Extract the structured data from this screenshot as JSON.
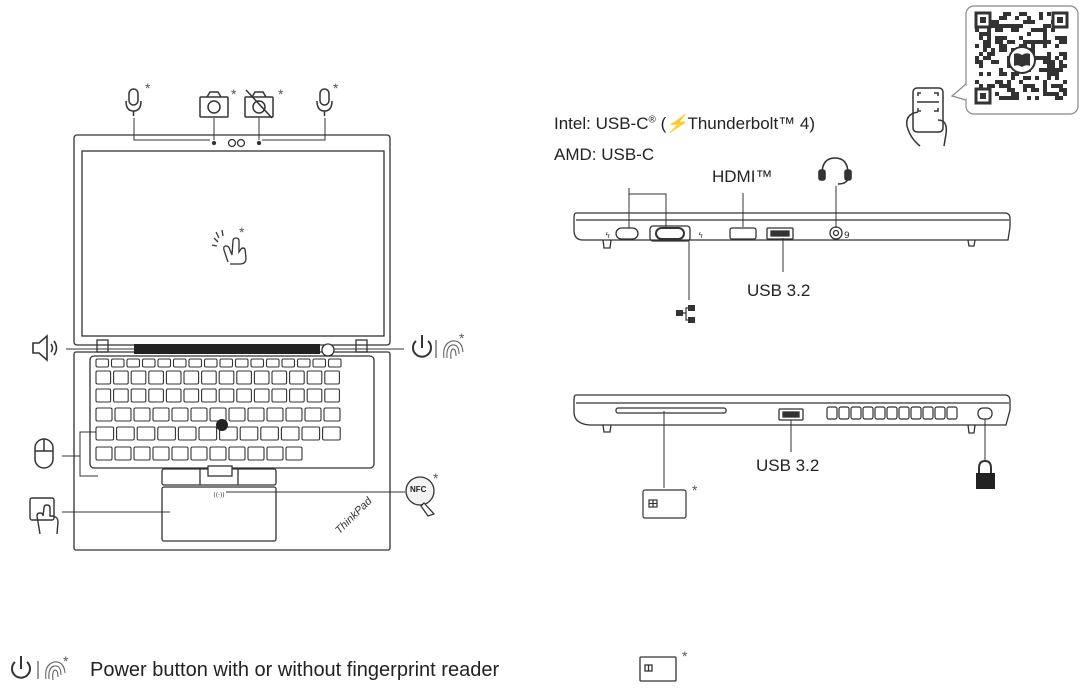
{
  "labels": {
    "intel_prefix": "Intel: USB-C",
    "registered_mark": "®",
    "thunderbolt_open": "(",
    "thunderbolt_text": "Thunderbolt™ 4)",
    "amd_label": "AMD: USB-C",
    "hdmi": "HDMI™",
    "usb32_top": "USB 3.2",
    "usb32_bottom": "USB 3.2",
    "brand": "ThinkPad",
    "nfc": "NFC",
    "optional_mark": "*",
    "legend_power": "Power button with or without fingerprint reader"
  },
  "icons": [
    "microphone-icon",
    "camera-icon",
    "camera-privacy-shutter-icon",
    "touch-screen-icon",
    "speaker-icon",
    "power-icon",
    "fingerprint-icon",
    "mouse-icon",
    "touchpad-icon",
    "nfc-icon",
    "qr-code",
    "phone-scan-icon",
    "headset-icon",
    "ethernet-icon",
    "smart-card-icon",
    "lock-icon"
  ],
  "colors": {
    "line": "#333333",
    "fill_dark": "#222222",
    "background": "#ffffff"
  }
}
